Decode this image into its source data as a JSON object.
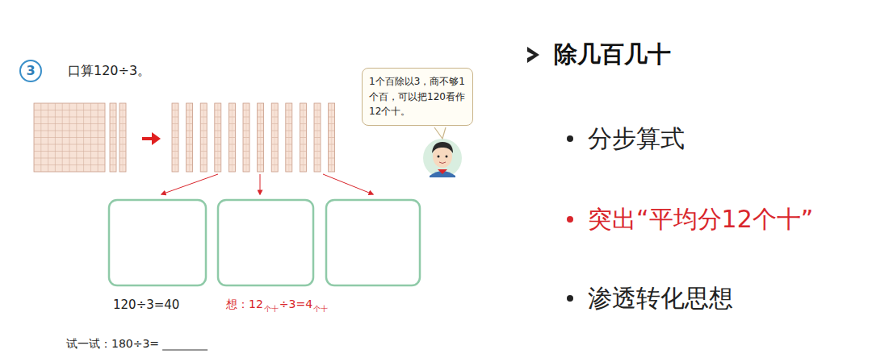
{
  "diagram": {
    "title": "除几百几十",
    "nodes": [
      {
        "text": [
          "3"
        ]
      },
      {
        "text": [
          "1个百除以3，商不够1个百，可以把120看作12个十。"
        ]
      }
    ],
    "labels": [
      "口算120÷3。",
      "120÷3=40",
      "想：12",
      "个十",
      "÷3=4",
      "个十",
      "试一试：180÷3=",
      "分步算式",
      "突出“平均分12个十”",
      "渗透转化思想"
    ]
  }
}
